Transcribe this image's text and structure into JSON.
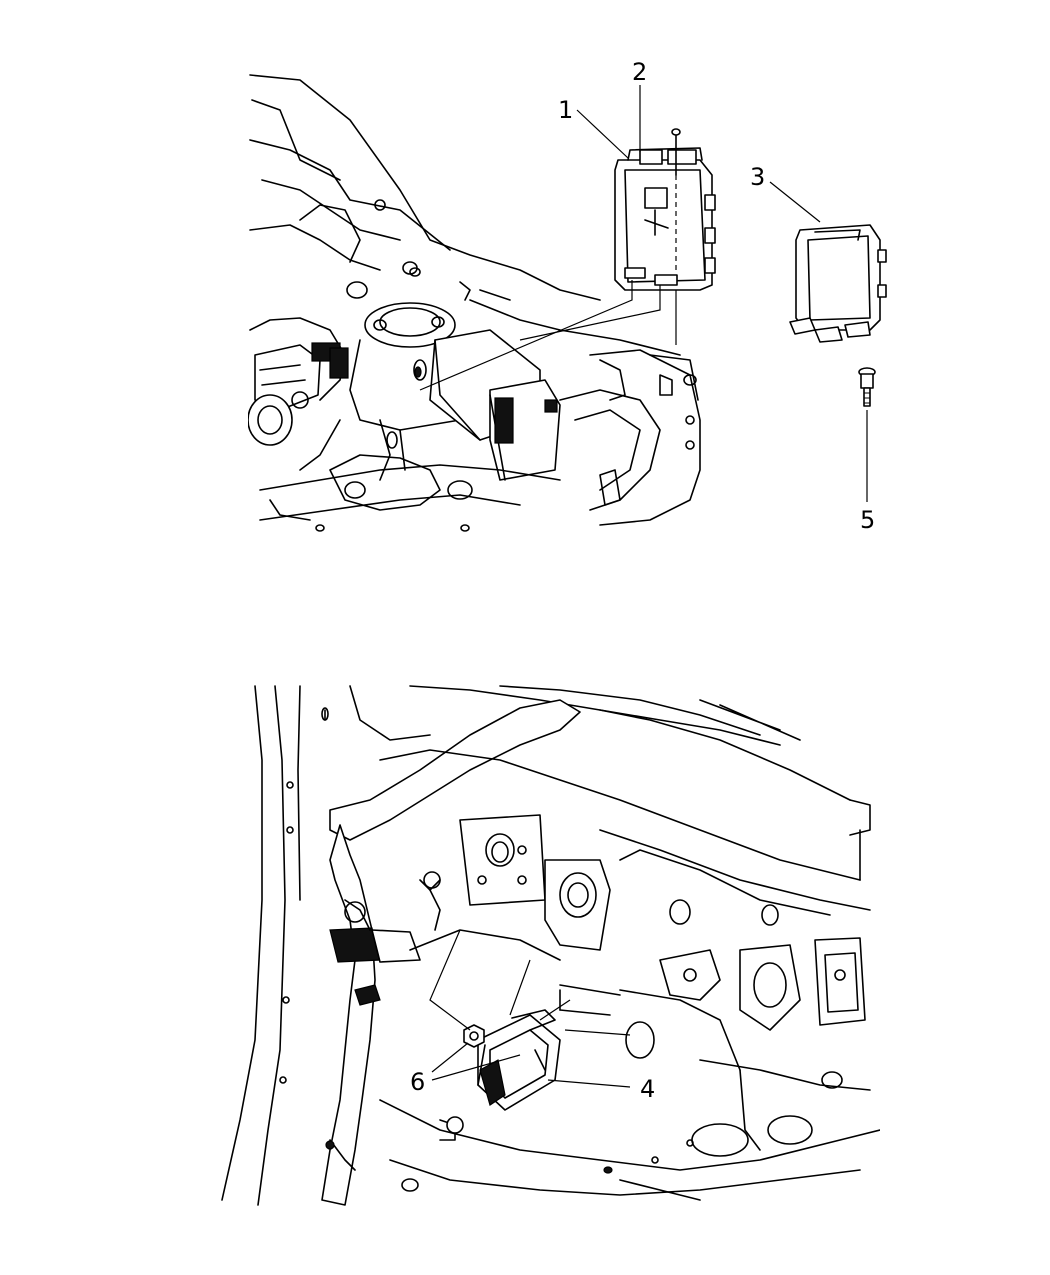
{
  "callouts": {
    "c1": "1",
    "c2": "2",
    "c3": "3",
    "c4": "4",
    "c5": "5",
    "c6": "6"
  },
  "icons": {
    "pcm_module": "engine-control-module-icon",
    "bracket": "mounting-bracket-icon",
    "bolt": "bolt-icon",
    "tcm_module": "transmission-control-module-icon",
    "nut": "nut-icon"
  }
}
